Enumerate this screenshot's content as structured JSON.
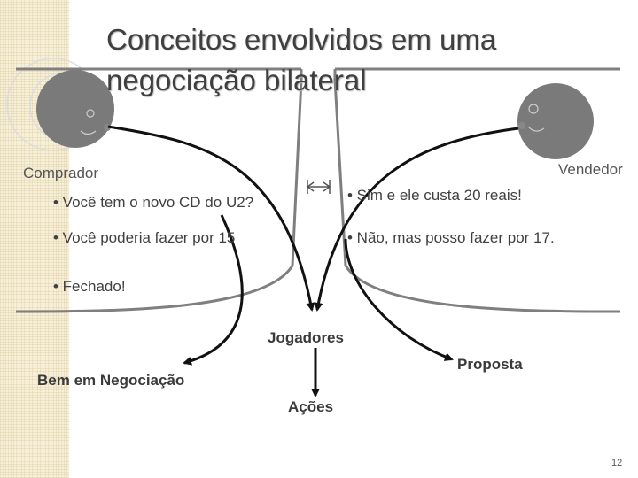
{
  "slide": {
    "title_line1": "Conceitos envolvidos em uma",
    "title_line2": "negociação bilateral",
    "page_number": "12"
  },
  "roles": {
    "buyer": "Comprador",
    "seller": "Vendedor"
  },
  "dialogue": {
    "buyer": [
      "• Você tem o novo CD do U2?",
      "• Você poderia fazer por 15",
      "• Fechado!"
    ],
    "seller": [
      "• Sim e ele custa 20 reais!",
      "• Não, mas posso fazer por 17."
    ]
  },
  "concepts": {
    "players": "Jogadores",
    "item": "Bem em Negociação",
    "proposal": "Proposta",
    "actions": "Ações"
  }
}
